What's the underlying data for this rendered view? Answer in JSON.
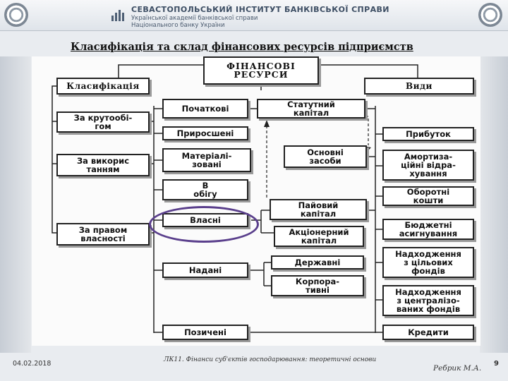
{
  "header": {
    "institution": "СЕВАСТОПОЛЬСЬКИЙ ІНСТИТУТ БАНКІВСЬКОЇ СПРАВИ",
    "subtitle_line1": "Української академії банківської справи",
    "subtitle_line2": "Національного банку України"
  },
  "slide": {
    "title": "Класифікація та склад фінансових ресурсів підприємств"
  },
  "diagram": {
    "root": "ФІНАНСОВІ\nРЕСУРСИ",
    "left_header": "Класифікація",
    "right_header": "Види",
    "criteria": [
      "За крутообі-\nгом",
      "За викорис\nтанням",
      "За правом\nвласності"
    ],
    "middle": [
      "Початкові",
      "Приросшені",
      "Матеріалі-\nзовані",
      "В\nобігу",
      "Власні",
      "Надані",
      "Позичені"
    ],
    "inner": [
      "Статутний\nкапітал",
      "Основні\nзасоби",
      "Пайовий\nкапітал",
      "Акціонерний\nкапітал",
      "Державні",
      "Корпора-\nтивні"
    ],
    "kinds": [
      "Прибуток",
      "Амортиза-\nційні відра-\nхування",
      "Оборотні\nкошти",
      "Бюджетні\nасигнування",
      "Надходження\nз цільових\nфондів",
      "Надходження\nз централізо-\nваних фондів",
      "Кредити"
    ]
  },
  "footer": {
    "date": "04.02.2018",
    "caption": "ЛК11. Фінанси суб'єктів господарювання: теоретичні основи",
    "author": "Ребрик М.А.",
    "page": "9"
  }
}
